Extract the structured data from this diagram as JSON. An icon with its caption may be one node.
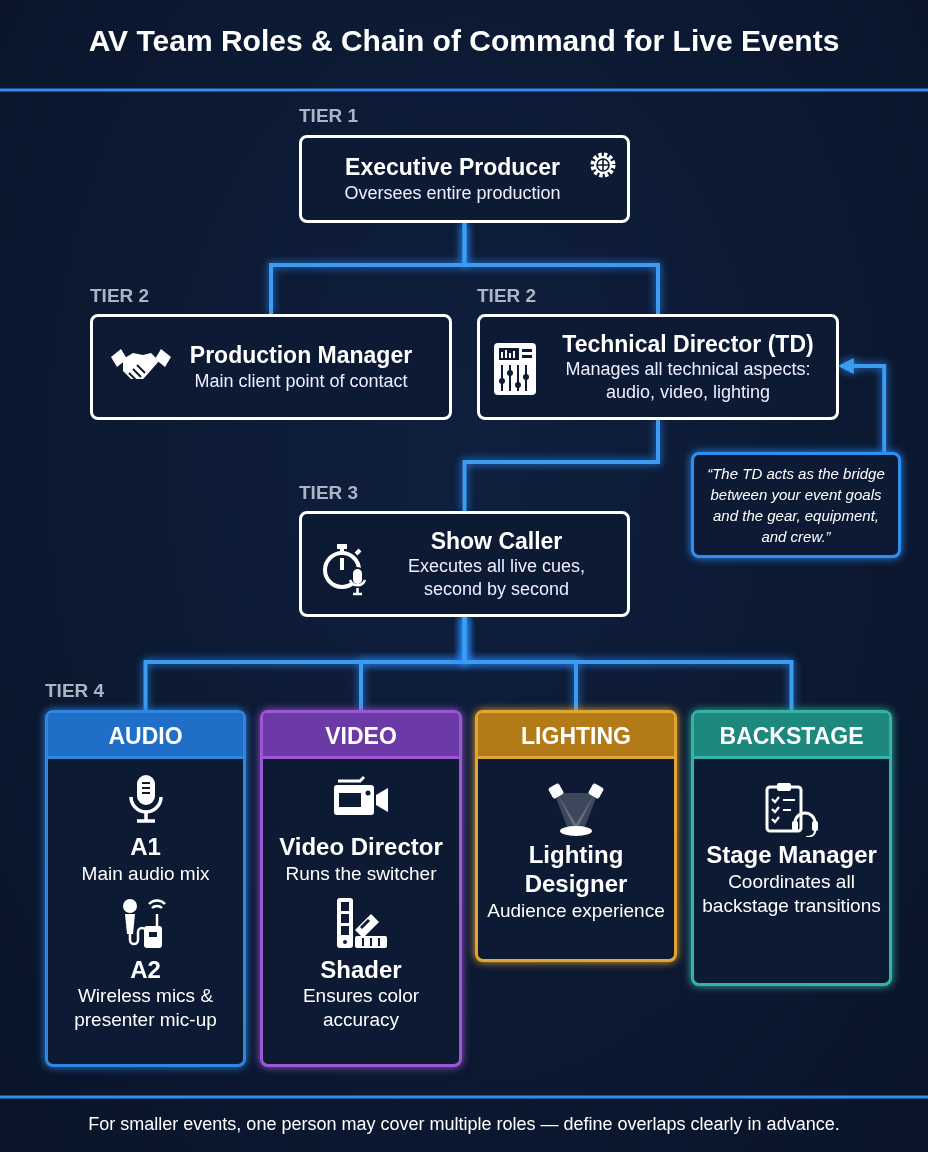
{
  "diagram": {
    "title": "AV Team Roles & Chain of Command for Live Events",
    "nodes": [
      {
        "text": [
          "Executive Producer",
          "Oversees entire production"
        ],
        "beside": [
          "TIER 1"
        ]
      },
      {
        "text": [
          "Production Manager",
          "Main client point of contact"
        ],
        "beside": [
          "TIER 2"
        ]
      },
      {
        "text": [
          "Technical Director (TD)",
          "Manages all technical aspects: audio, video, lighting"
        ],
        "beside": [
          "TIER 2"
        ]
      },
      {
        "text": [
          "“The TD acts as the bridge between your event goals and the gear, equipment, and crew.”"
        ]
      },
      {
        "text": [
          "Show Caller",
          "Executes all live cues, second by second"
        ],
        "beside": [
          "TIER 3"
        ]
      },
      {
        "text": [
          "AUDIO",
          "A1",
          "Main audio mix",
          "A2",
          "Wireless mics & presenter mic-up"
        ],
        "beside": [
          "TIER 4"
        ]
      },
      {
        "text": [
          "VIDEO",
          "Video Director",
          "Runs the switcher",
          "Shader",
          "Ensures color accuracy"
        ]
      },
      {
        "text": [
          "LIGHTING",
          "Lighting Designer",
          "Audience experience"
        ]
      },
      {
        "text": [
          "BACKSTAGE",
          "Stage Manager",
          "Coordinates all backstage transitions"
        ]
      }
    ],
    "edges": [
      {
        "from": 0,
        "to": 1,
        "arrow": "none"
      },
      {
        "from": 0,
        "to": 2,
        "arrow": "none"
      },
      {
        "from": 2,
        "to": 4,
        "arrow": "none"
      },
      {
        "from": 3,
        "to": 2,
        "arrow": "to"
      },
      {
        "from": 4,
        "to": 5,
        "arrow": "none"
      },
      {
        "from": 4,
        "to": 6,
        "arrow": "none"
      },
      {
        "from": 4,
        "to": 7,
        "arrow": "none"
      },
      {
        "from": 4,
        "to": 8,
        "arrow": "none"
      }
    ],
    "labels": [
      "For smaller events, one person may cover multiple roles — define overlaps clearly in advance."
    ]
  }
}
